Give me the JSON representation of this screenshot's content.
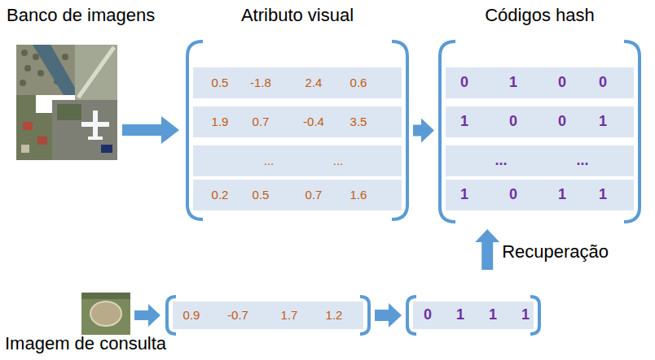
{
  "diagram": {
    "nodes": [
      {
        "text": [
          "Atributo visual",
          "0.5",
          "-1.8",
          "2.4",
          "0.6",
          "1.9",
          "0.7",
          "-0.4",
          "3.5",
          "...",
          "...",
          "0.2",
          "0.5",
          "0.7",
          "1.6"
        ]
      },
      {
        "text": [
          "Códigos hash",
          "0",
          "1",
          "0",
          "0",
          "1",
          "0",
          "0",
          "1",
          "...",
          "...",
          "1",
          "0",
          "1",
          "1"
        ]
      },
      {
        "text": [
          "0.9",
          "-0.7",
          "1.7",
          "1.2"
        ]
      },
      {
        "text": [
          "0",
          "1",
          "1",
          "1"
        ]
      }
    ],
    "edges": [
      {
        "from": 0,
        "to": 1,
        "arrow": "to"
      },
      {
        "from": 2,
        "to": 3,
        "arrow": "to"
      },
      {
        "from": 3,
        "to": 1,
        "arrow": "to",
        "label": "Recuperação"
      }
    ],
    "labels": [
      "Banco de imagens",
      "Imagem de consulta"
    ]
  }
}
